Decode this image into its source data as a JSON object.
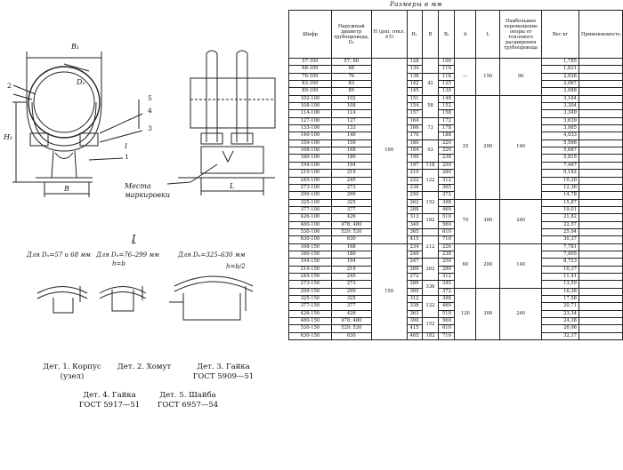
{
  "drawing": {
    "labels": {
      "b1": "B₁",
      "dn": "Dₙ",
      "h1": "H₁",
      "b": "B",
      "l": "L",
      "n2": "2",
      "n5": "5",
      "n4": "4",
      "n3": "3",
      "n1": "1",
      "roman": "I",
      "marking": "Места маркировки",
      "detail": "I"
    },
    "variants": [
      {
        "text": "Для Dₙ=57 и 68 мм"
      },
      {
        "text": "Для Dₙ=76–299 мм",
        "sub": "h=b"
      },
      {
        "text": "Для Dₙ=325–630 мм",
        "sub": "h=b/2"
      }
    ],
    "parts": [
      {
        "line1": "Дет. 1. Корпус",
        "line2": "(узел)"
      },
      {
        "line1": "Дет. 2. Хомут",
        "line2": ""
      },
      {
        "line1": "Дет. 3. Гайка",
        "line2": "ГОСТ 5909—51"
      },
      {
        "line1": "Дет. 4. Гайка",
        "line2": "ГОСТ 5917—51"
      },
      {
        "line1": "Дет. 5. Шайба",
        "line2": "ГОСТ 6957—54"
      }
    ]
  },
  "table": {
    "caption": "Размеры в мм",
    "headers": {
      "cipher": "Шифр",
      "diam": "Наружный диаметр трубопровода, Dₙ",
      "h": "H (доп. откл. ±5)",
      "h1": "H₁",
      "b": "B",
      "b1": "B₁",
      "bs": "b",
      "l": "L",
      "move": "Наибольшее перемещение опоры от теплового расширения трубопровода",
      "weight": "Вес кг",
      "note": "Применяемость"
    },
    "rows": [
      [
        "57-100",
        "57; 60",
        "128",
        "100",
        "1,785"
      ],
      [
        "68-100",
        "68",
        "134",
        "110",
        "1,831"
      ],
      [
        "76-100",
        "76",
        "138",
        "118",
        "2,026"
      ],
      [
        "83-100",
        "83",
        "142",
        "125",
        "2,067"
      ],
      [
        "89-100",
        "89",
        "145",
        "130",
        "2,088"
      ],
      [
        "102-100",
        "102",
        "151",
        "148",
        "3,164"
      ],
      [
        "108-100",
        "108",
        "154",
        "152",
        "3,304"
      ],
      [
        "114-100",
        "114",
        "157",
        "158",
        "3,349"
      ],
      [
        "127-100",
        "127",
        "164",
        "172",
        "3,639"
      ],
      [
        "133-100",
        "133",
        "166",
        "178",
        "3,985"
      ],
      [
        "140-100",
        "140",
        "170",
        "188",
        "4,033"
      ],
      [
        "159-100",
        "159",
        "180",
        "220",
        "5,566"
      ],
      [
        "168-100",
        "168",
        "184",
        "226",
        "5,687"
      ],
      [
        "180-100",
        "180",
        "190",
        "238",
        "5,815"
      ],
      [
        "194-100",
        "194",
        "197",
        "250",
        "7,467"
      ],
      [
        "219-100",
        "219",
        "210",
        "280",
        "9,182"
      ],
      [
        "245-100",
        "245",
        "222",
        "312",
        "10,20"
      ],
      [
        "273-100",
        "273",
        "236",
        "365",
        "12,36"
      ],
      [
        "299-100",
        "299",
        "250",
        "372",
        "14,78"
      ],
      [
        "325-100",
        "325",
        "262",
        "398",
        "15,87"
      ],
      [
        "377-100",
        "377",
        "288",
        "460",
        "19,01"
      ],
      [
        "426-100",
        "426",
        "313",
        "510",
        "21,82"
      ],
      [
        "480-100",
        "478; 480",
        "340",
        "560",
        "22,57"
      ],
      [
        "530-100",
        "529; 530",
        "365",
        "610",
        "25,04"
      ],
      [
        "630-100",
        "630",
        "415",
        "710",
        "30,37"
      ],
      [
        "168-150",
        "168",
        "234",
        "226",
        "7,781"
      ],
      [
        "180-150",
        "180",
        "240",
        "238",
        "7,905"
      ],
      [
        "194-150",
        "194",
        "247",
        "250",
        "8,723"
      ],
      [
        "219-150",
        "219",
        "260",
        "280",
        "10,37"
      ],
      [
        "245-150",
        "245",
        "272",
        "312",
        "11,41"
      ],
      [
        "273-150",
        "273",
        "286",
        "345",
        "13,59"
      ],
      [
        "299-150",
        "299",
        "300",
        "372",
        "16,38"
      ],
      [
        "325-150",
        "325",
        "312",
        "398",
        "17,58"
      ],
      [
        "377-150",
        "377",
        "338",
        "460",
        "20,71"
      ],
      [
        "426-150",
        "426",
        "363",
        "510",
        "23,34"
      ],
      [
        "480-150",
        "478; 480",
        "390",
        "560",
        "24,38"
      ],
      [
        "530-150",
        "529; 530",
        "415",
        "610",
        "26,96"
      ],
      [
        "630-150",
        "630",
        "465",
        "710",
        "32,37"
      ]
    ],
    "merged": {
      "h": [
        {
          "span": 25,
          "v": "100"
        },
        {
          "span": 13,
          "v": "150"
        }
      ],
      "b": [
        {
          "span": 2,
          "v": ""
        },
        {
          "span": 3,
          "v": "42"
        },
        {
          "span": 3,
          "v": "58"
        },
        {
          "span": 3,
          "v": "73"
        },
        {
          "span": 3,
          "v": "93"
        },
        {
          "span": 1,
          "v": "118"
        },
        {
          "span": 3,
          "v": "122"
        },
        {
          "span": 3,
          "v": "152"
        },
        {
          "span": 2,
          "v": "182"
        },
        {
          "span": 1,
          "v": ""
        },
        {
          "span": 3,
          "v": "212"
        },
        {
          "span": 3,
          "v": "262"
        },
        {
          "span": 2,
          "v": "336"
        },
        {
          "span": 3,
          "v": "122"
        },
        {
          "span": 2,
          "v": "152"
        },
        {
          "span": 2,
          "v": "182"
        },
        {
          "span": 3,
          "v": "212"
        },
        {
          "span": 3,
          "v": "262"
        },
        {
          "span": 2,
          "v": "336"
        }
      ],
      "bs": [
        {
          "span": 5,
          "v": "—"
        },
        {
          "span": 14,
          "v": "35"
        },
        {
          "span": 6,
          "v": "70"
        },
        {
          "span": 6,
          "v": "60"
        },
        {
          "span": 7,
          "v": "120"
        }
      ],
      "l": [
        {
          "span": 5,
          "v": "150"
        },
        {
          "span": 14,
          "v": "200"
        },
        {
          "span": 6,
          "v": "300"
        },
        {
          "span": 6,
          "v": "200"
        },
        {
          "span": 7,
          "v": "300"
        }
      ],
      "move": [
        {
          "span": 5,
          "v": "90"
        },
        {
          "span": 14,
          "v": "140"
        },
        {
          "span": 6,
          "v": "240"
        },
        {
          "span": 6,
          "v": "140"
        },
        {
          "span": 7,
          "v": "240"
        }
      ]
    }
  }
}
